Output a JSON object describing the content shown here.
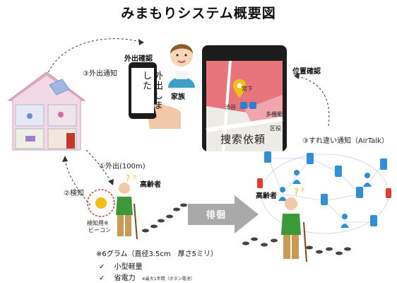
{
  "title": "みまもりシステム概要図",
  "labels": {
    "outing_notice": "③外出通知",
    "outing_confirm": "外出確認",
    "phone_message": "外出しました",
    "family": "家族",
    "location_confirm": "位置確認",
    "search_request": "捜索依頼",
    "passing_notice": "③すれ違い通知（AirTalk）",
    "outing_distance": "①外出(100m)",
    "detection": "②検知",
    "elderly_left": "高齢者",
    "elderly_right": "高齢者",
    "beacon_label_1": "検知用※",
    "beacon_label_2": "ビーコン",
    "wandering": "徘徊",
    "map_labels": [
      "渋谷",
      "宮下",
      "多機能",
      "区役"
    ],
    "spec_weight": "※6グラム（直径3.5cm　厚さ5ミリ）",
    "spec_compact": "小型軽量",
    "spec_power": "省電力",
    "spec_power_note": "※最大1年間（ボタン電池）"
  },
  "colors": {
    "map_pink": "#e8747c",
    "phone_body": "#1c1c1c",
    "arrow_gray": "#a9a9a9",
    "elderly_shirt": "#3a9a3a",
    "network_blue": "#2f8fd8",
    "beacon_circle": "#e23b2f"
  }
}
